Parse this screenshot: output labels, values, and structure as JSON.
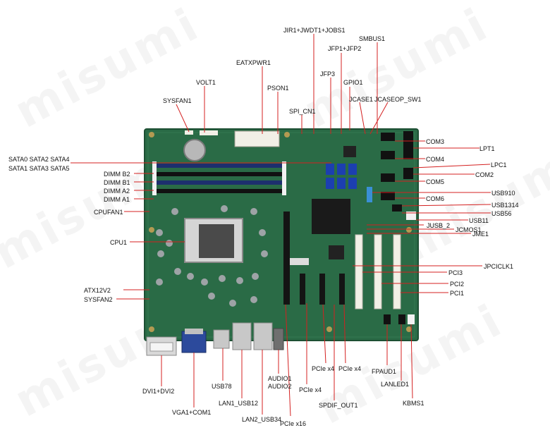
{
  "watermark": "misumi",
  "colors": {
    "board": "#2a6b46",
    "board_dark": "#1d4f33",
    "leader": "#d42020",
    "dimm": "#1d2f6e",
    "sata": "#1c3fb0",
    "pci_slot": "#f2f0e6",
    "pcie_slot": "#141414",
    "io_metal": "#c8c8c8"
  },
  "labels": {
    "jir1": "JIR1+JWDT1+JOBS1",
    "smbus1": "SMBUS1",
    "jfp1": "JFP1+JFP2",
    "eatxpwr1": "EATXPWR1",
    "jfp3": "JFP3",
    "gpio1": "GPIO1",
    "volt1": "VOLT1",
    "pson1": "PSON1",
    "jcase1": "JCASE1",
    "jcaseop": "JCASEOP_SW1",
    "sysfan1": "SYSFAN1",
    "spi_cn1": "SPI_CN1",
    "com3": "COM3",
    "lpt1": "LPT1",
    "sata_row1": "SATA0  SATA2  SATA4",
    "sata_row2": "SATA1  SATA3  SATA5",
    "com4": "COM4",
    "lpc1": "LPC1",
    "dimm_b2": "DIMM B2",
    "com2": "COM2",
    "dimm_b1": "DIMM B1",
    "com5": "COM5",
    "dimm_a2": "DIMM A2",
    "usb910": "USB910",
    "dimm_a1": "DIMM A1",
    "com6": "COM6",
    "usb1314": "USB1314",
    "cpufan1": "CPUFAN1",
    "usb56": "USB56",
    "usb11": "USB11",
    "jusb2": "JUSB_2",
    "jcmos1": "JCMOS1",
    "jme1": "JME1",
    "cpu1": "CPU1",
    "jpciclk1": "JPCICLK1",
    "pci3": "PCI3",
    "pci2": "PCI2",
    "pci1": "PCI1",
    "atx12v2": "ATX12V2",
    "sysfan2": "SYSFAN2",
    "pcie_x4_a": "PCIe x4",
    "pcie_x4_b": "PCIe x4",
    "fpaud1": "FPAUD1",
    "audio1": "AUDIO1",
    "audio2": "AUDIO2",
    "lanled1": "LANLED1",
    "pcie_x4_c": "PCIe x4",
    "dvi": "DVI1+DVI2",
    "usb78": "USB78",
    "lan1": "LAN1_USB12",
    "spdif": "SPDIF_OUT1",
    "kbms1": "KBMS1",
    "vga": "VGA1+COM1",
    "lan2": "LAN2_USB34",
    "pcie_x16": "PCIe x16"
  }
}
